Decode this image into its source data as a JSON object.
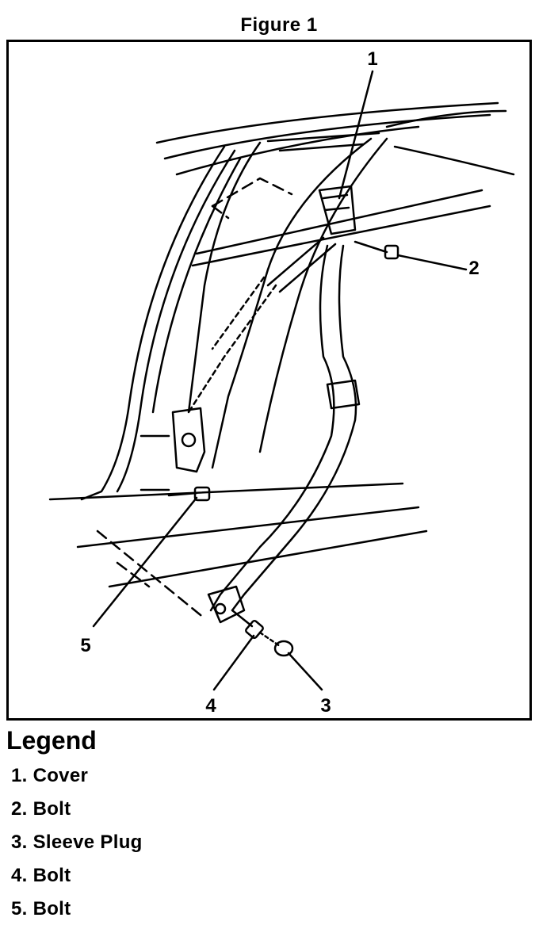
{
  "figure_title": "Figure 1",
  "callouts": [
    "1",
    "2",
    "3",
    "4",
    "5"
  ],
  "legend": {
    "title": "Legend",
    "items": [
      "1. Cover",
      "2. Bolt",
      "3. Sleeve Plug",
      "4. Bolt",
      "5. Bolt"
    ]
  }
}
